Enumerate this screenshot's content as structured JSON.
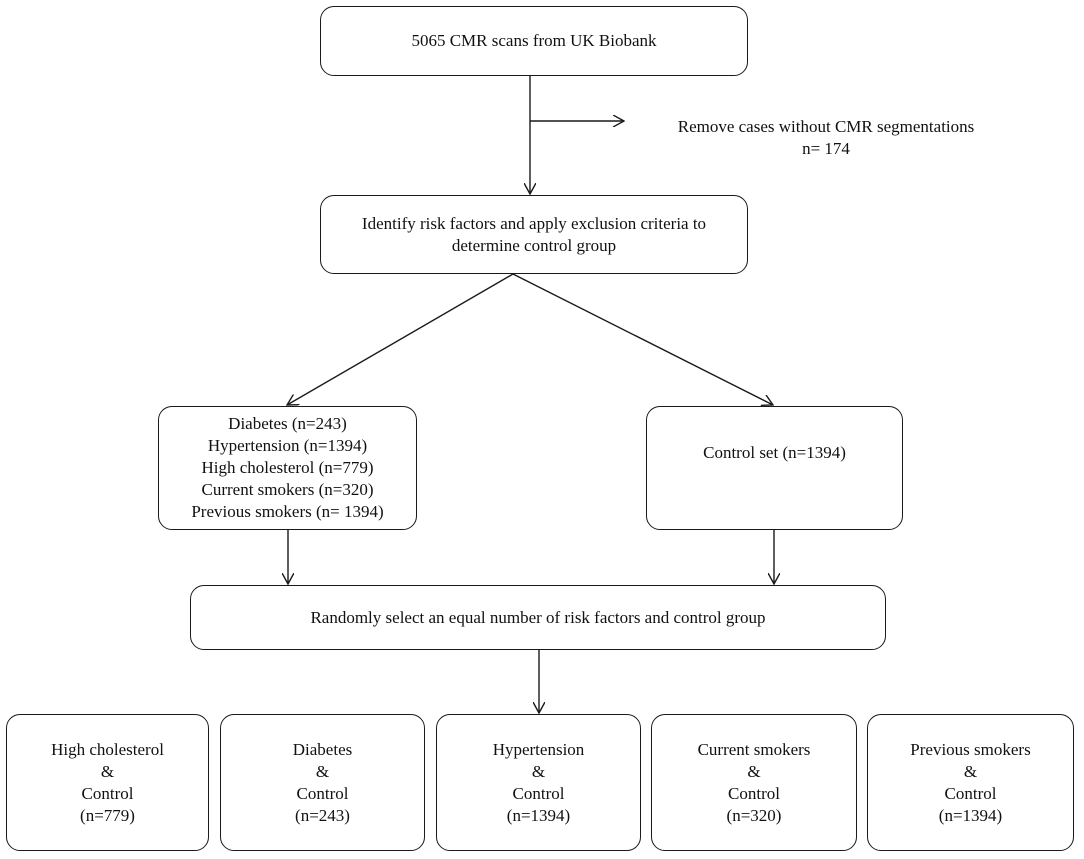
{
  "nodes": {
    "source": {
      "lines": [
        "5065 CMR scans from UK Biobank"
      ]
    },
    "exclusion": {
      "lines": [
        "Remove cases without CMR segmentations",
        "n= 174"
      ]
    },
    "identify": {
      "lines": [
        "Identify risk factors and apply exclusion criteria to",
        "determine control group"
      ]
    },
    "risk_factors": {
      "lines": [
        "Diabetes (n=243)",
        "Hypertension (n=1394)",
        "High cholesterol (n=779)",
        "Current smokers (n=320)",
        "Previous smokers (n= 1394)"
      ]
    },
    "control_set": {
      "lines": [
        "Control set (n=1394)"
      ]
    },
    "random_select": {
      "lines": [
        "Randomly select an equal number of risk factors and control group"
      ]
    },
    "high_cholesterol": {
      "lines": [
        "High cholesterol",
        "&",
        "Control",
        "(n=779)"
      ]
    },
    "diabetes": {
      "lines": [
        "Diabetes",
        "&",
        "Control",
        "(n=243)"
      ]
    },
    "hypertension": {
      "lines": [
        "Hypertension",
        "&",
        "Control",
        "(n=1394)"
      ]
    },
    "current_smokers": {
      "lines": [
        "Current smokers",
        "&",
        "Control",
        "(n=320)"
      ]
    },
    "previous_smokers": {
      "lines": [
        "Previous smokers",
        "&",
        "Control",
        "(n=1394)"
      ]
    }
  }
}
